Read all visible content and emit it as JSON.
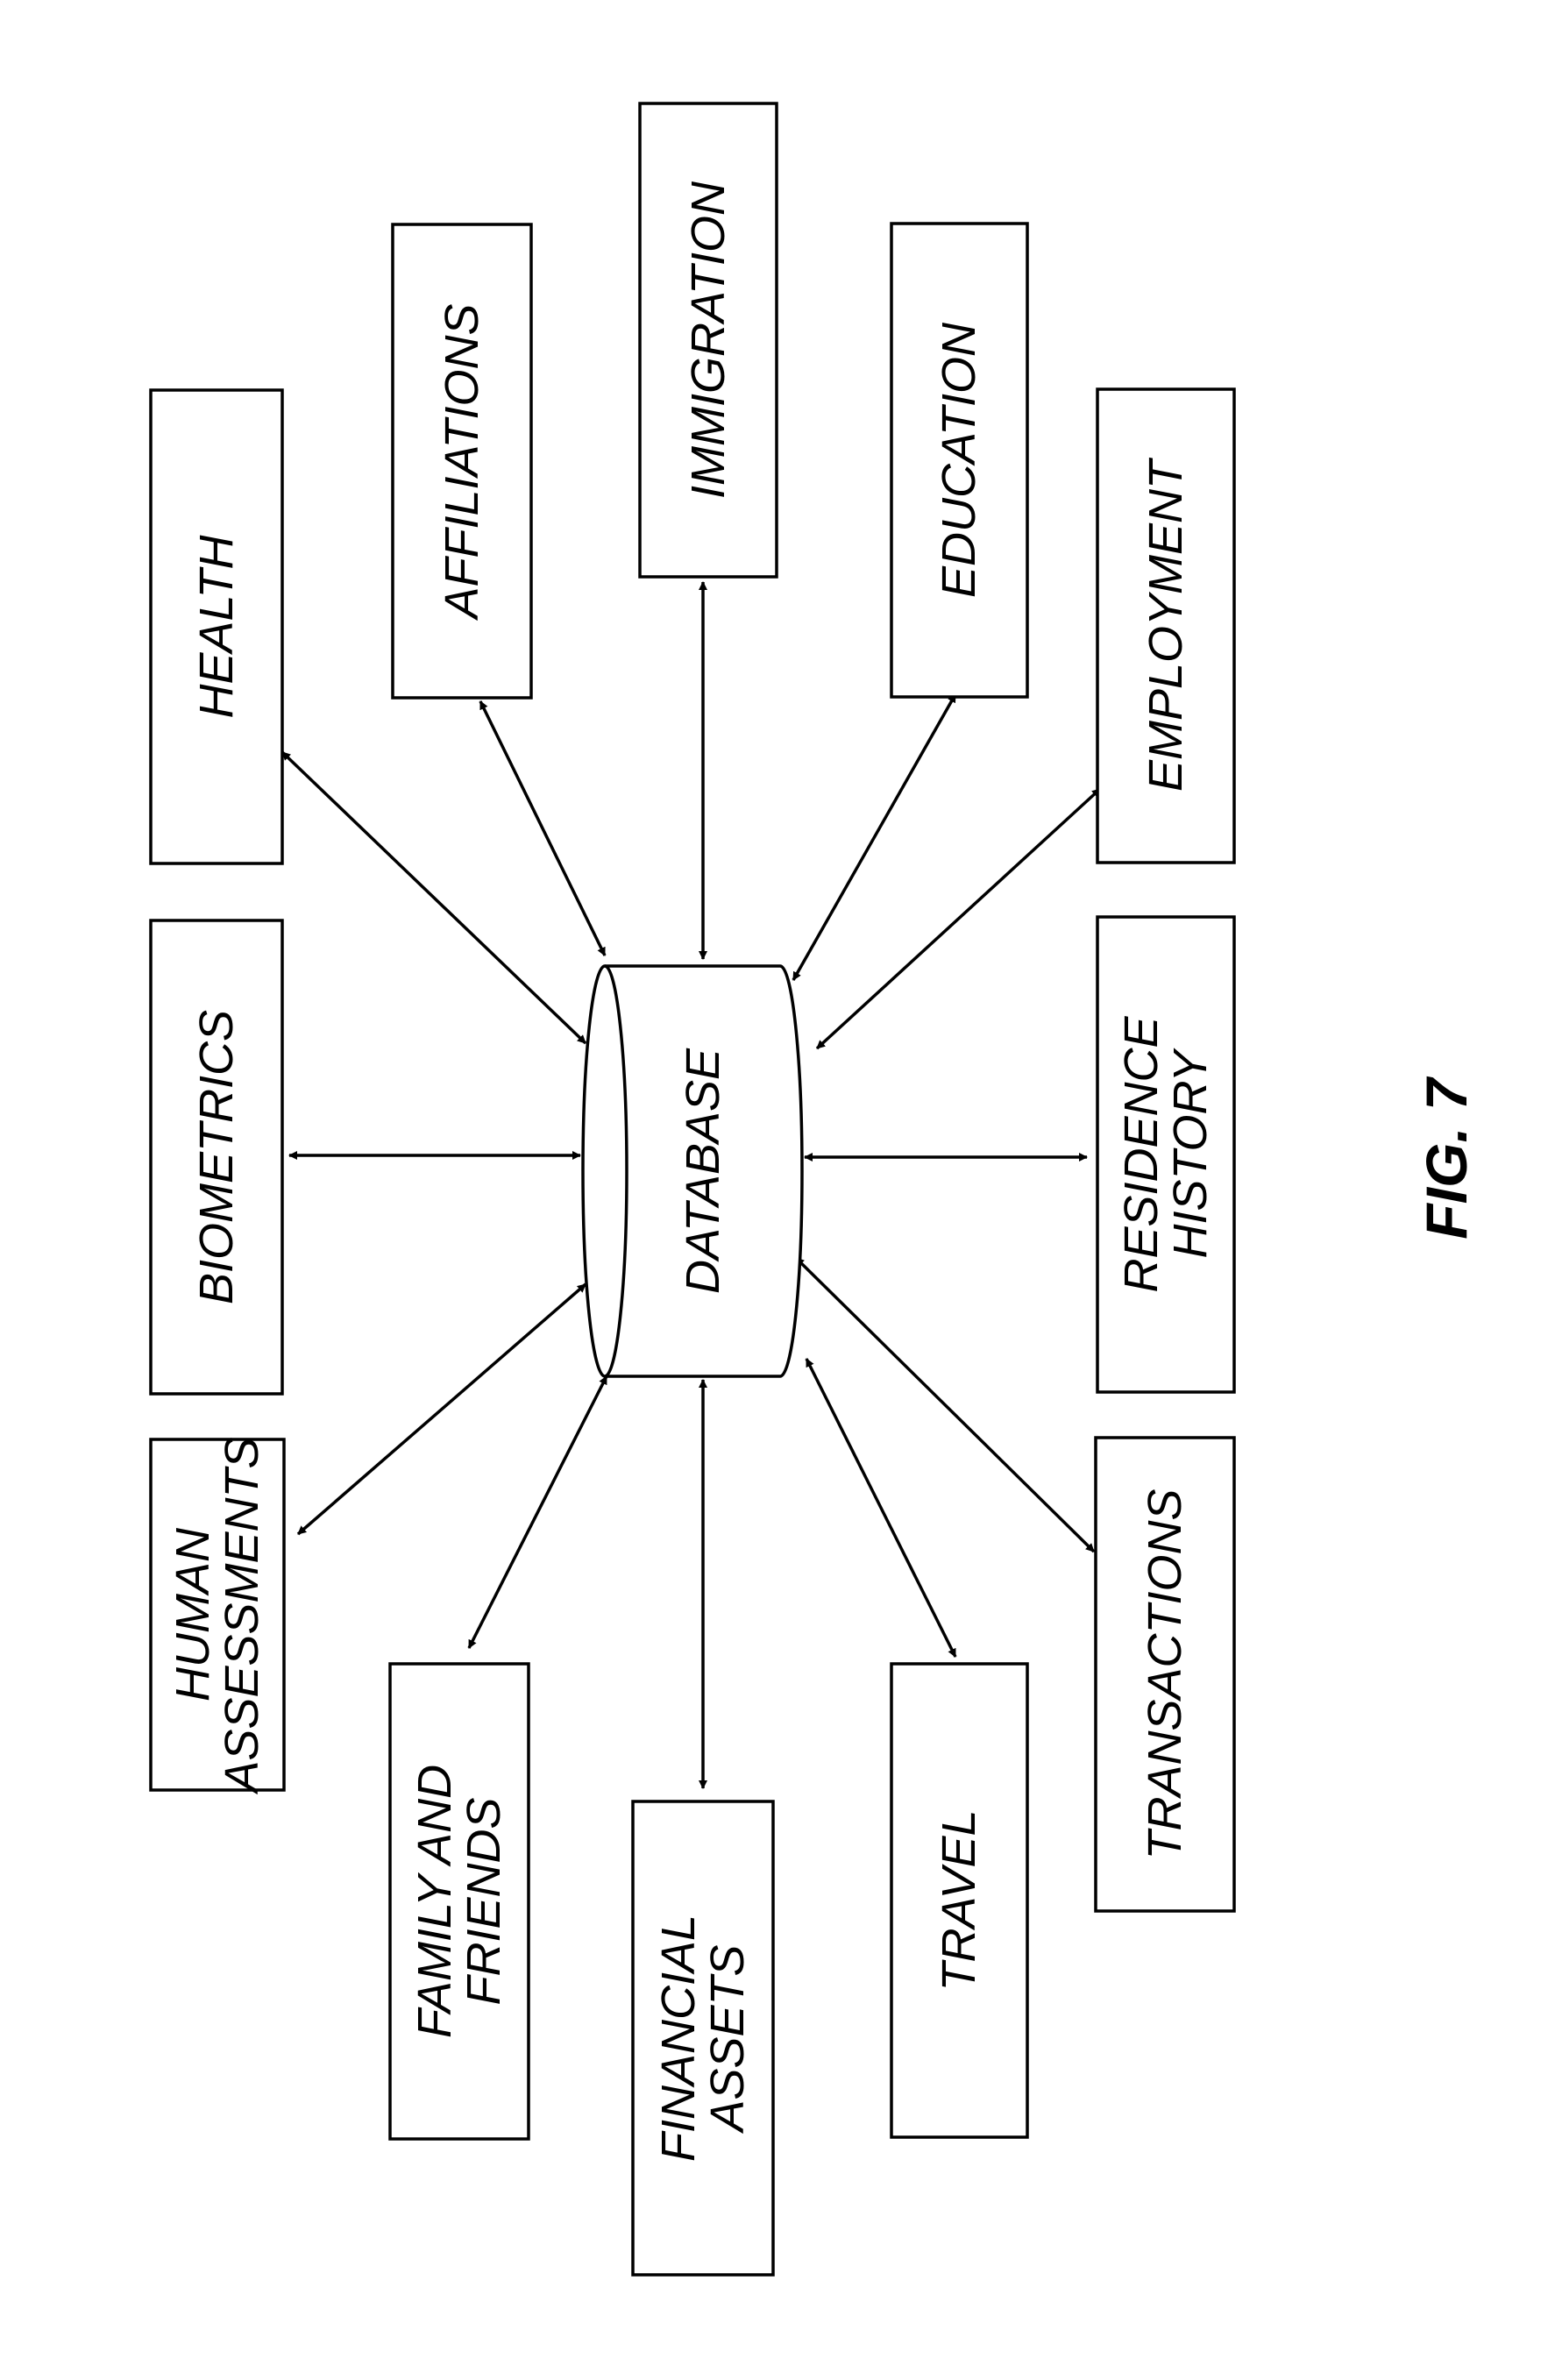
{
  "figure": {
    "label": "FIG. 7"
  },
  "center": {
    "label": "DATABASE"
  },
  "nodes": {
    "human_assessments": {
      "lines": [
        "HUMAN",
        "ASSESSMENTS"
      ]
    },
    "biometrics": {
      "lines": [
        "BIOMETRICS"
      ]
    },
    "health": {
      "lines": [
        "HEALTH"
      ]
    },
    "family_and_friends": {
      "lines": [
        "FAMILY AND",
        "FRIENDS"
      ]
    },
    "affiliations": {
      "lines": [
        "AFFILIATIONS"
      ]
    },
    "financial_assets": {
      "lines": [
        "FINANCIAL",
        "ASSETS"
      ]
    },
    "immigration": {
      "lines": [
        "IMMIGRATION"
      ]
    },
    "travel": {
      "lines": [
        "TRAVEL"
      ]
    },
    "education": {
      "lines": [
        "EDUCATION"
      ]
    },
    "transactions": {
      "lines": [
        "TRANSACTIONS"
      ]
    },
    "residence_history": {
      "lines": [
        "RESIDENCE",
        "HISTORY"
      ]
    },
    "employment": {
      "lines": [
        "EMPLOYMENT"
      ]
    }
  }
}
